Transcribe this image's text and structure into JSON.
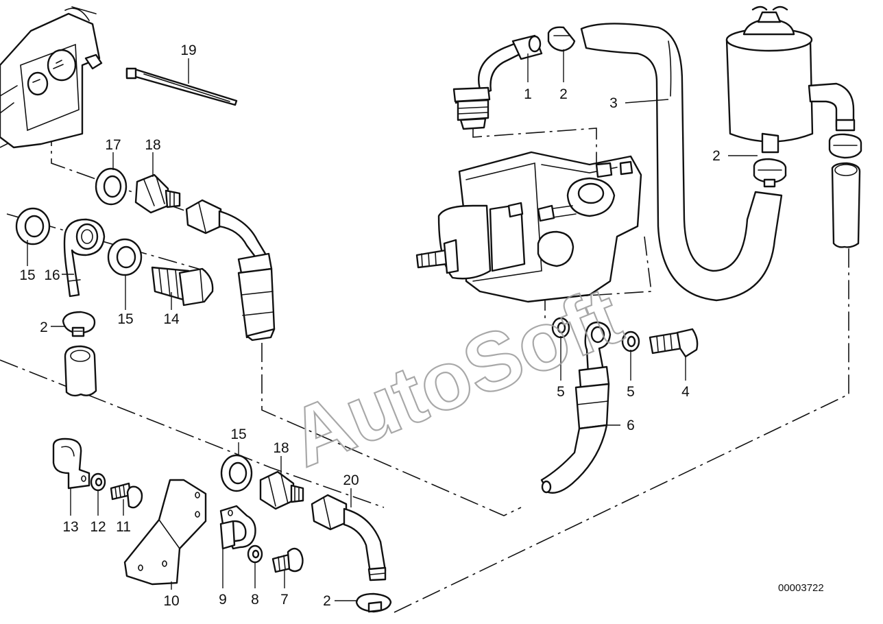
{
  "watermark": "AutoSoft",
  "diagram_id": "00003722",
  "callouts": [
    {
      "id": "c1",
      "label": "1"
    },
    {
      "id": "c2a",
      "label": "2"
    },
    {
      "id": "c3",
      "label": "3"
    },
    {
      "id": "c2b",
      "label": "2"
    },
    {
      "id": "c19",
      "label": "19"
    },
    {
      "id": "c17",
      "label": "17"
    },
    {
      "id": "c18a",
      "label": "18"
    },
    {
      "id": "c15a",
      "label": "15"
    },
    {
      "id": "c16",
      "label": "16"
    },
    {
      "id": "c15b",
      "label": "15"
    },
    {
      "id": "c14",
      "label": "14"
    },
    {
      "id": "c2c",
      "label": "2"
    },
    {
      "id": "c5a",
      "label": "5"
    },
    {
      "id": "c5b",
      "label": "5"
    },
    {
      "id": "c4",
      "label": "4"
    },
    {
      "id": "c6",
      "label": "6"
    },
    {
      "id": "c15c",
      "label": "15"
    },
    {
      "id": "c18b",
      "label": "18"
    },
    {
      "id": "c20",
      "label": "20"
    },
    {
      "id": "c13",
      "label": "13"
    },
    {
      "id": "c12",
      "label": "12"
    },
    {
      "id": "c11",
      "label": "11"
    },
    {
      "id": "c10",
      "label": "10"
    },
    {
      "id": "c9",
      "label": "9"
    },
    {
      "id": "c8",
      "label": "8"
    },
    {
      "id": "c7",
      "label": "7"
    },
    {
      "id": "c2d",
      "label": "2"
    }
  ]
}
